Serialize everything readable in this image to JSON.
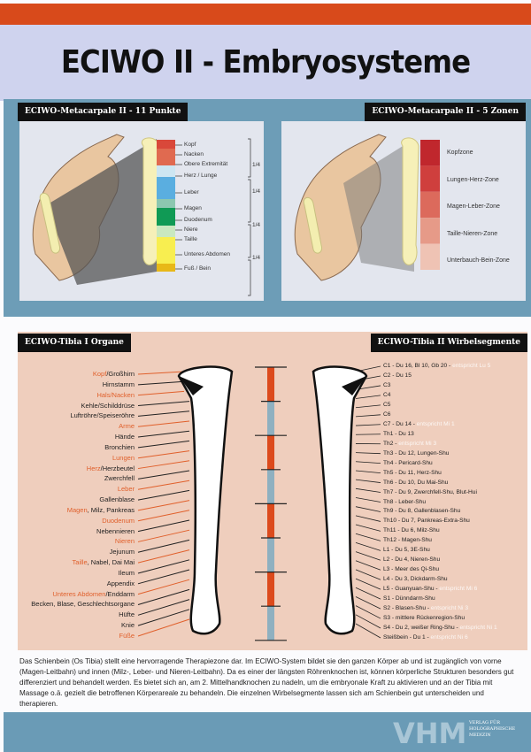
{
  "title": "ECIWO II - Embryosysteme",
  "panel1": {
    "header": "ECIWO-Metacarpale II - 11 Punkte",
    "labels": [
      "Kopf",
      "Nacken",
      "Obere Extremität",
      "Herz / Lunge",
      "Leber",
      "Magen",
      "Duodenum",
      "Niere",
      "Taille",
      "Unteres Abdomen",
      "Fuß / Bein"
    ],
    "quarters": [
      "1/4",
      "1/4",
      "1/4",
      "1/4"
    ],
    "colors": [
      "#d9483a",
      "#e06a50",
      "#cde6f2",
      "#5aaee0",
      "#8cc7b0",
      "#109a55",
      "#c9e8c0",
      "#f8ee50",
      "#e8b818"
    ]
  },
  "panel2": {
    "header": "ECIWO-Metacarpale II - 5 Zonen",
    "zones": [
      "Kopfzone",
      "Lungen-Herz-Zone",
      "Magen-Leber-Zone",
      "Taille-Nieren-Zone",
      "Unterbauch-Bein-Zone"
    ],
    "colors": [
      "#c0272d",
      "#cf3f3d",
      "#dc6a5c",
      "#e69a88",
      "#efc3b4"
    ]
  },
  "tibia1": {
    "header": "ECIWO-Tibia I Organe",
    "items": [
      [
        "Kopf",
        "/Großhirn"
      ],
      [
        "",
        "Hirnstamm"
      ],
      [
        "Hals/Nacken",
        ""
      ],
      [
        "",
        "Kehle/Schilddrüse"
      ],
      [
        "",
        "Luftröhre/Speiseröhre"
      ],
      [
        "Arme",
        ""
      ],
      [
        "",
        "Hände"
      ],
      [
        "",
        "Bronchien"
      ],
      [
        "Lungen",
        ""
      ],
      [
        "Herz",
        "/Herzbeutel"
      ],
      [
        "",
        "Zwerchfell"
      ],
      [
        "Leber",
        ""
      ],
      [
        "",
        "Gallenblase"
      ],
      [
        "Magen",
        ", Milz, Pankreas"
      ],
      [
        "Duodenum",
        ""
      ],
      [
        "",
        "Nebennieren"
      ],
      [
        "Nieren",
        ""
      ],
      [
        "",
        "Jejunum"
      ],
      [
        "Taille",
        ", Nabel, Dai Mai"
      ],
      [
        "",
        "Ileum"
      ],
      [
        "",
        "Appendix"
      ],
      [
        "Unteres Abdomen",
        "/Enddarm"
      ],
      [
        "",
        "Becken, Blase, Geschlechtsorgane"
      ],
      [
        "",
        "Hüfte"
      ],
      [
        "",
        "Knie"
      ],
      [
        "Füße",
        ""
      ]
    ]
  },
  "tibia2": {
    "header": "ECIWO-Tibia II Wirbelsegmente",
    "items": [
      [
        "C1 - Du 16, Bl 10, Gb 20 - ",
        "entspricht Lu 5"
      ],
      [
        "C2 - Du 15",
        ""
      ],
      [
        "C3",
        ""
      ],
      [
        "C4",
        ""
      ],
      [
        "C5",
        ""
      ],
      [
        "C6",
        ""
      ],
      [
        "C7 - Du 14 - ",
        "entspricht Mi 1"
      ],
      [
        "Th1 - Du 13",
        ""
      ],
      [
        "Th2 - ",
        "entspricht Mi 3"
      ],
      [
        "Th3 - Du 12, Lungen-Shu",
        ""
      ],
      [
        "Th4 - Pericard-Shu",
        ""
      ],
      [
        "Th5 - Du 11, Herz-Shu",
        ""
      ],
      [
        "Th6 - Du 10, Du Mai-Shu",
        ""
      ],
      [
        "Th7 - Du 9, Zwerchfell-Shu, Blut-Hui",
        ""
      ],
      [
        "Th8 - Leber-Shu",
        ""
      ],
      [
        "Th9 - Du 8, Gallenblasen-Shu",
        ""
      ],
      [
        "Th10 - Du 7, Pankreas-Extra-Shu",
        ""
      ],
      [
        "Th11 - Du 6, Milz-Shu",
        ""
      ],
      [
        "Th12 - Magen-Shu",
        ""
      ],
      [
        "L1 - Du 5, 3E-Shu",
        ""
      ],
      [
        "L2 - Du 4, Nieren-Shu",
        ""
      ],
      [
        "L3 - Meer des Qi-Shu",
        ""
      ],
      [
        "L4 - Du 3, Dickdarm-Shu",
        ""
      ],
      [
        "L5 - Guanyuan-Shu - ",
        "entspricht Mi 6"
      ],
      [
        "S1 - Dünndarm-Shu",
        ""
      ],
      [
        "S2 - Blasen-Shu - ",
        "entspricht Ni 3"
      ],
      [
        "S3 - mittlere Rückenregion-Shu",
        ""
      ],
      [
        "S4 - Du 2, weißer Ring-Shu - ",
        "entspricht Ni 1"
      ],
      [
        "Steißbein - Du 1 - ",
        "entspricht Ni 6"
      ]
    ]
  },
  "description": "Das Schienbein (Os Tibia) stellt eine hervorragende Therapiezone dar. Im ECIWO-System bildet sie den ganzen Körper ab und ist zugänglich von vorne (Magen-Leitbahn) und innen (Milz-, Leber- und Nieren-Leitbahn). Da es einer der längsten Röhrenknochen ist, können körperliche Strukturen besonders gut differenziert und behandelt werden. Es bietet sich an, am 2. Mittelhandknochen zu nadeln, um die embryonale Kraft zu aktivieren und an der Tibia mit Massage o.ä. gezielt die betroffenen Körperareale zu behandeln. Die einzelnen Wirbelsegmente lassen sich am Schienbein gut unterscheiden und therapieren.",
  "logo": {
    "text": "VERLAG FÜR HOLOGRAPHISCHE MEDIZIN",
    "mark": "VHM"
  }
}
